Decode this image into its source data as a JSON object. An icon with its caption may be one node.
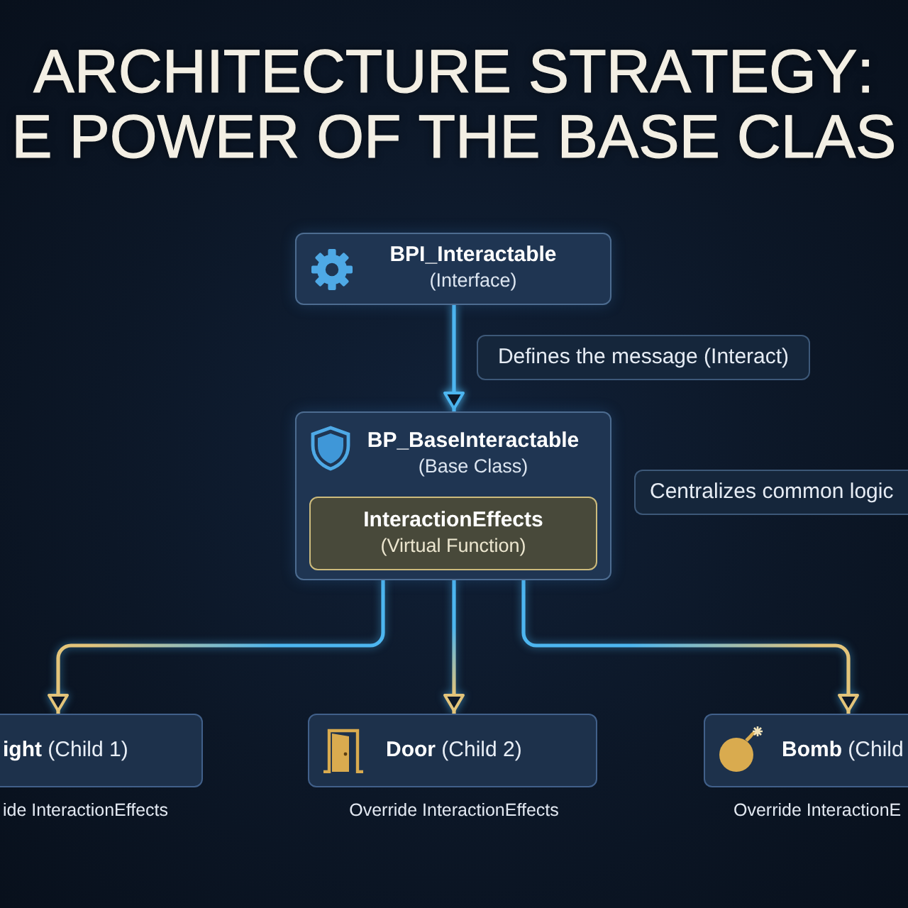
{
  "diagram": {
    "title": "ARCHITECTURE STRATEGY: E POWER OF THE BASE CLAS",
    "nodes": [
      {
        "text": [
          "BPI_Interactable",
          "(Interface)"
        ]
      },
      {
        "text": [
          "Defines the message (Interact)"
        ]
      },
      {
        "text": [
          "BP_BaseInteractable",
          "(Base Class)"
        ]
      },
      {
        "text": [
          "InteractionEffects",
          "(Virtual Function)"
        ],
        "in": 2
      },
      {
        "text": [
          "Centralizes common logic"
        ]
      },
      {
        "text": [
          "**ight** (Child 1)"
        ],
        "beside": [
          "ide InteractionEffects"
        ]
      },
      {
        "text": [
          "**Door** (Child 2)"
        ],
        "beside": [
          "Override InteractionEffects"
        ]
      },
      {
        "text": [
          "**Bomb** (Child"
        ],
        "beside": [
          "Override InteractionE"
        ]
      }
    ],
    "edges": [
      {
        "from": 0,
        "to": 2,
        "arrow": "to",
        "color": "#4db6f0"
      },
      {
        "from": 2,
        "to": 5,
        "arrow": "to"
      },
      {
        "from": 2,
        "to": 6,
        "arrow": "to"
      },
      {
        "from": 2,
        "to": 7,
        "arrow": "to"
      }
    ]
  }
}
